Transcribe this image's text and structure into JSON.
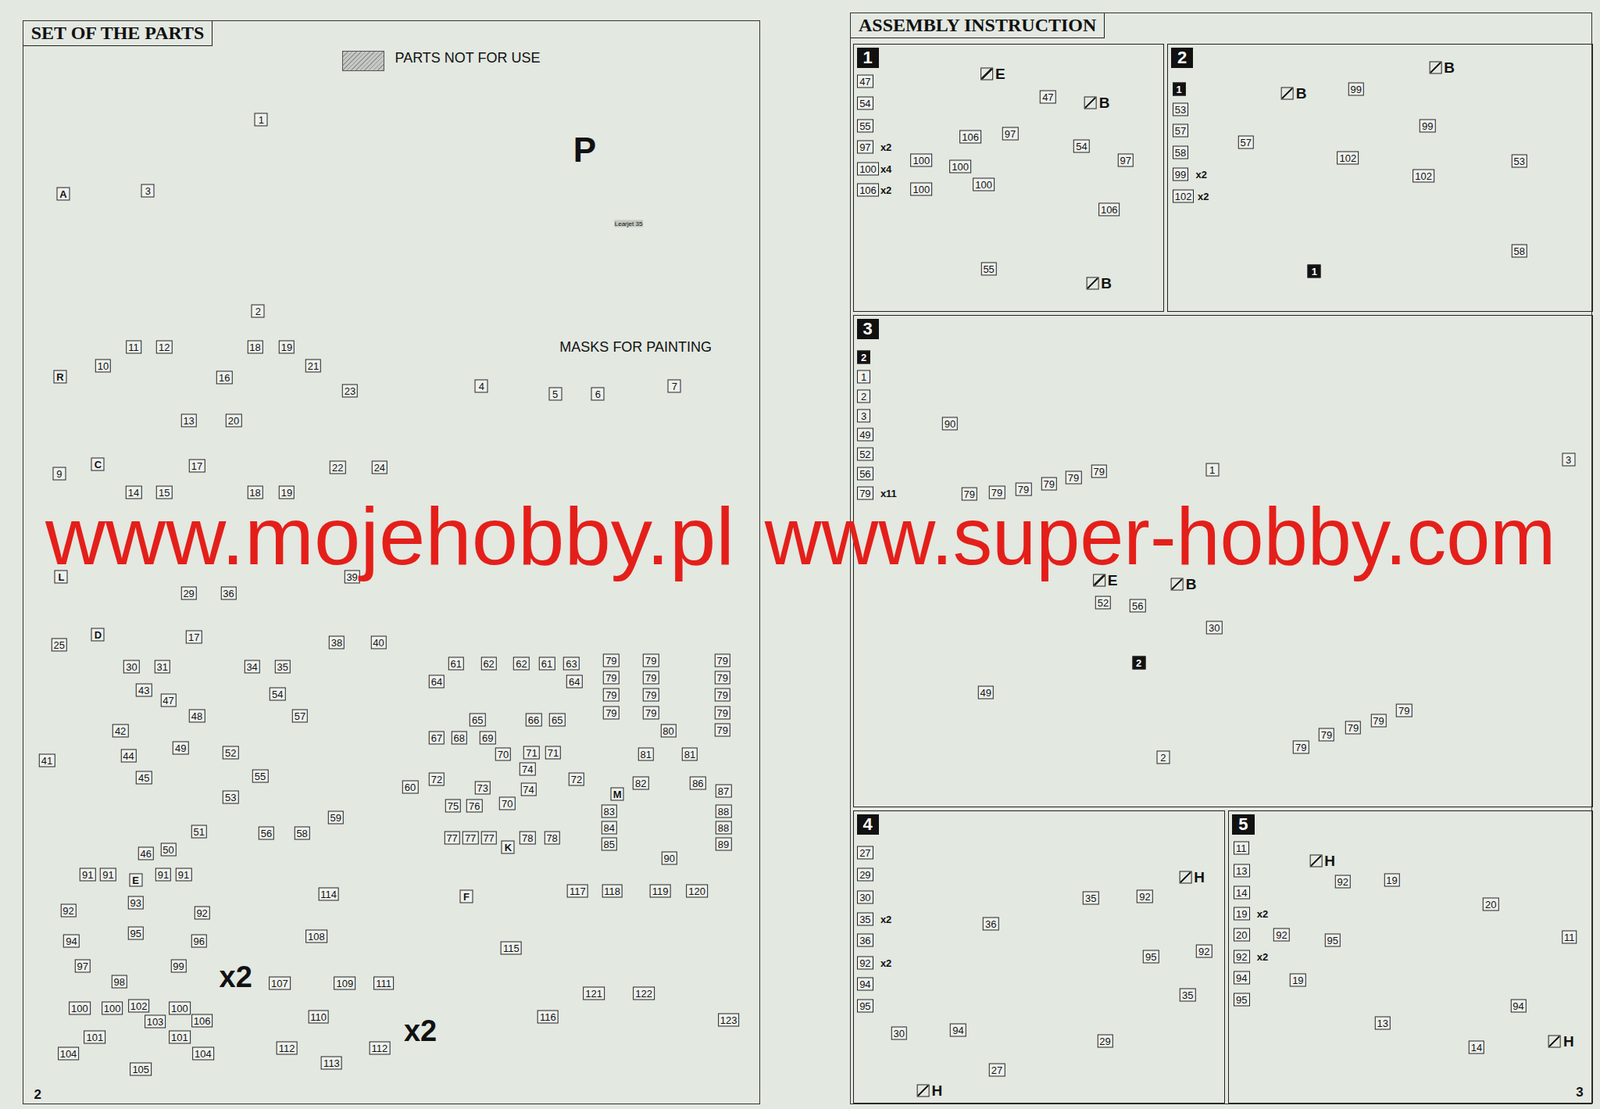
{
  "diagram": {
    "nodes": [
      {
        "text": [
          "SET OF THE PARTS"
        ]
      },
      {
        "text": [
          "ASSEMBLY INSTRUCTION"
        ]
      },
      {
        "text": [
          "1"
        ],
        "in": 1
      },
      {
        "text": [
          "2"
        ],
        "in": 1
      },
      {
        "text": [
          "3"
        ],
        "in": 1
      },
      {
        "text": [
          "4"
        ],
        "in": 1
      },
      {
        "text": [
          "5"
        ],
        "in": 1
      }
    ],
    "labels": [
      "P",
      "Learjet 35",
      "MASKS FOR PAINTING",
      "A",
      "1",
      "3",
      "2",
      "R",
      "11",
      "12",
      "18",
      "19",
      "10",
      "16",
      "21",
      "23",
      "13",
      "20",
      "9",
      "C",
      "17",
      "22",
      "24",
      "14",
      "15",
      "18",
      "19",
      "L",
      "39",
      "29",
      "36",
      "25",
      "D",
      "17",
      "38",
      "40",
      "30",
      "31",
      "34",
      "35",
      "43",
      "47",
      "54",
      "42",
      "48",
      "57",
      "44",
      "49",
      "52",
      "55",
      "41",
      "45",
      "60",
      "53",
      "59",
      "51",
      "56",
      "58",
      "46",
      "50",
      "4",
      "5",
      "6",
      "7",
      "61",
      "62",
      "62",
      "61",
      "63",
      "64",
      "64",
      "65",
      "66",
      "65",
      "67",
      "68",
      "69",
      "70",
      "71",
      "71",
      "72",
      "73",
      "74",
      "74",
      "72",
      "75",
      "76",
      "70",
      "77",
      "77",
      "77",
      "K",
      "78",
      "78",
      "79",
      "79",
      "79",
      "79",
      "79",
      "79",
      "79",
      "79",
      "79",
      "79",
      "79",
      "79",
      "79",
      "80",
      "81",
      "81",
      "82",
      "M",
      "83",
      "84",
      "85",
      "86",
      "87",
      "88",
      "88",
      "89",
      "90",
      "91",
      "91",
      "E",
      "91",
      "91",
      "93",
      "92",
      "92",
      "94",
      "95",
      "96",
      "97",
      "99",
      "98",
      "100",
      "100",
      "102",
      "100",
      "103",
      "106",
      "101",
      "101",
      "104",
      "105",
      "104",
      "x2",
      "114",
      "108",
      "107",
      "109",
      "111",
      "110",
      "112",
      "113",
      "112",
      "x2",
      "F",
      "115",
      "117",
      "118",
      "119",
      "120",
      "121",
      "122",
      "116",
      "123",
      "2",
      "47",
      "54",
      "55",
      "97",
      "x2",
      "100",
      "x4",
      "106",
      "x2",
      "E",
      "47",
      "B",
      "106",
      "97",
      "54",
      "97",
      "100",
      "100",
      "100",
      "100",
      "106",
      "55",
      "B",
      "1",
      "53",
      "57",
      "58",
      "99",
      "x2",
      "102",
      "x2",
      "B",
      "B",
      "99",
      "99",
      "57",
      "102",
      "102",
      "53",
      "58",
      "1",
      "2",
      "1",
      "2",
      "3",
      "49",
      "52",
      "56",
      "79",
      "x11",
      "90",
      "1",
      "3",
      "79",
      "79",
      "79",
      "79",
      "79",
      "79",
      "E",
      "B",
      "52",
      "56",
      "30",
      "2",
      "49",
      "79",
      "79",
      "79",
      "79",
      "79",
      "2",
      "27",
      "29",
      "30",
      "35",
      "x2",
      "36",
      "92",
      "x2",
      "94",
      "95",
      "36",
      "35",
      "92",
      "H",
      "95",
      "92",
      "35",
      "30",
      "94",
      "29",
      "27",
      "H",
      "11",
      "13",
      "14",
      "19",
      "x2",
      "20",
      "92",
      "x2",
      "94",
      "95",
      "H",
      "92",
      "19",
      "20",
      "11",
      "95",
      "92",
      "19",
      "13",
      "94",
      "14",
      "H",
      "3",
      "www.mojehobby.pl",
      "www.super-hobby.com"
    ],
    "legend": [
      {
        "text": "PARTS NOT FOR USE",
        "color": "#c5c9c4"
      }
    ]
  }
}
